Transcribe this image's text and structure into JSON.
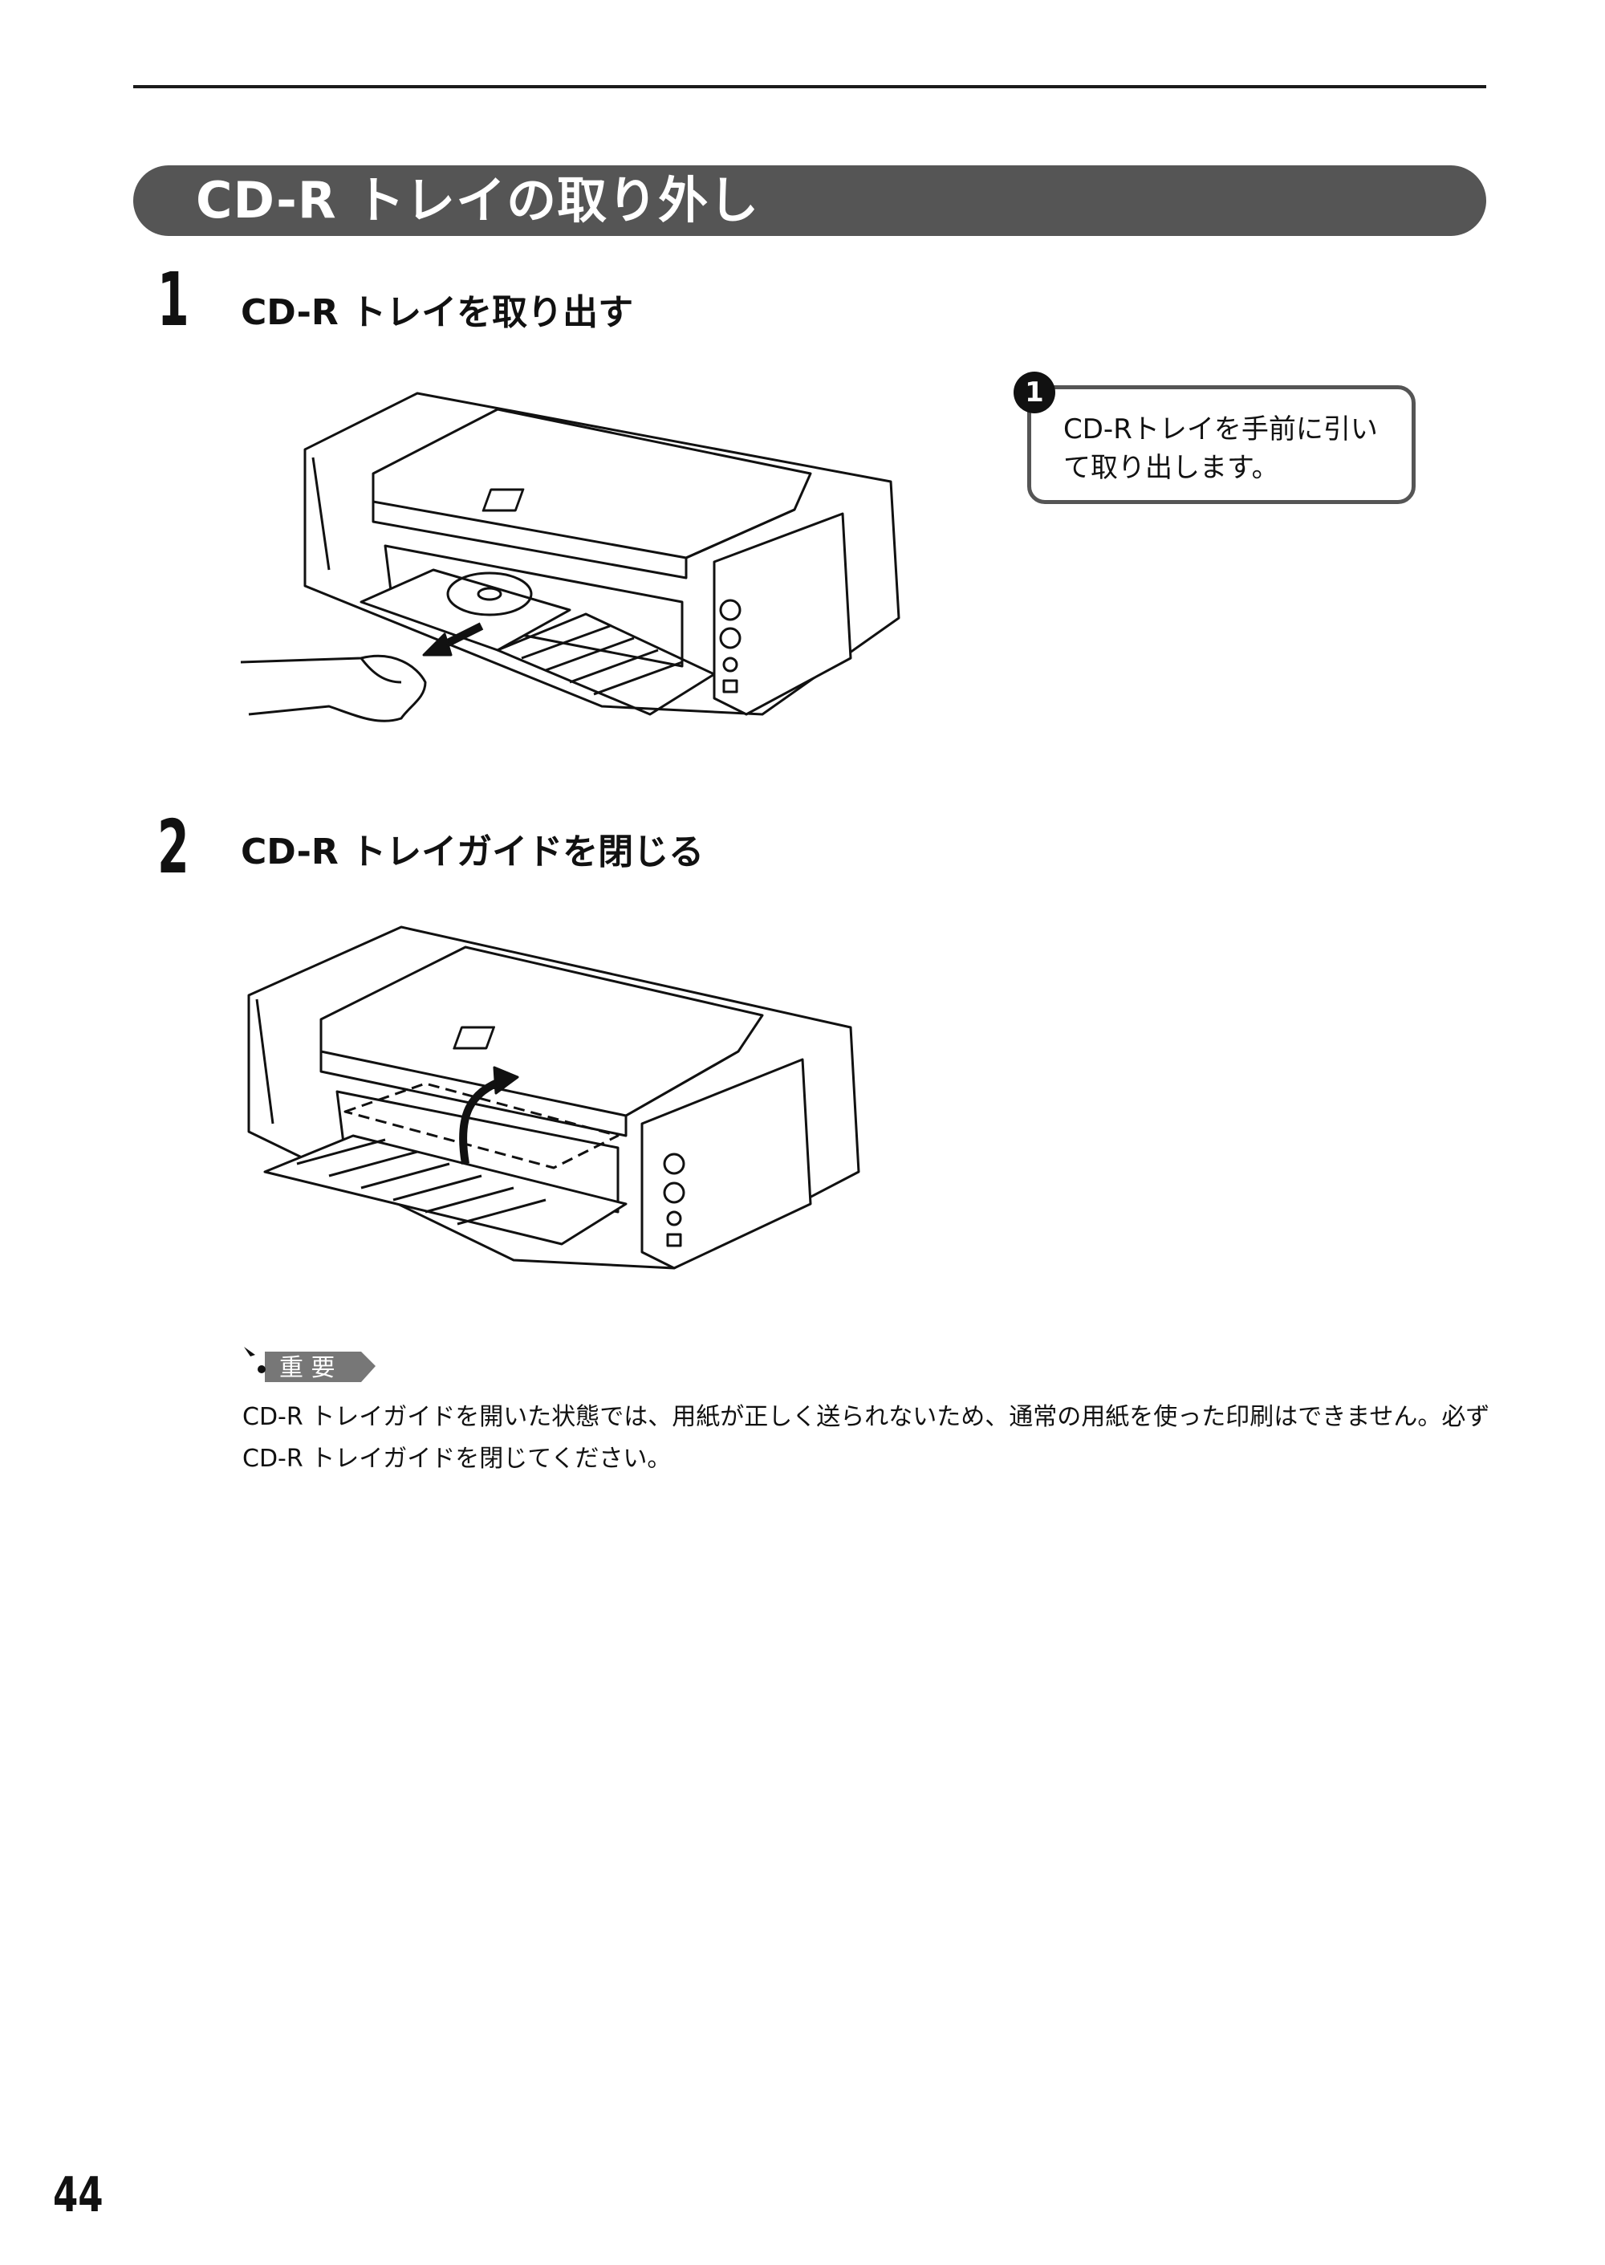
{
  "section": {
    "title": "CD-R トレイの取り外し"
  },
  "steps": [
    {
      "number": "1",
      "title": "CD-R トレイを取り出す"
    },
    {
      "number": "2",
      "title": "CD-R トレイガイドを閉じる"
    }
  ],
  "callout": {
    "badge": "1",
    "text": "CD-Rトレイを手前に引いて取り出します。"
  },
  "important": {
    "label": "重 要",
    "text": "CD-R トレイガイドを開いた状態では、用紙が正しく送られないため、通常の用紙を使った印刷はできません。必ず CD-R トレイガイドを閉じてください。"
  },
  "page_number": "44"
}
